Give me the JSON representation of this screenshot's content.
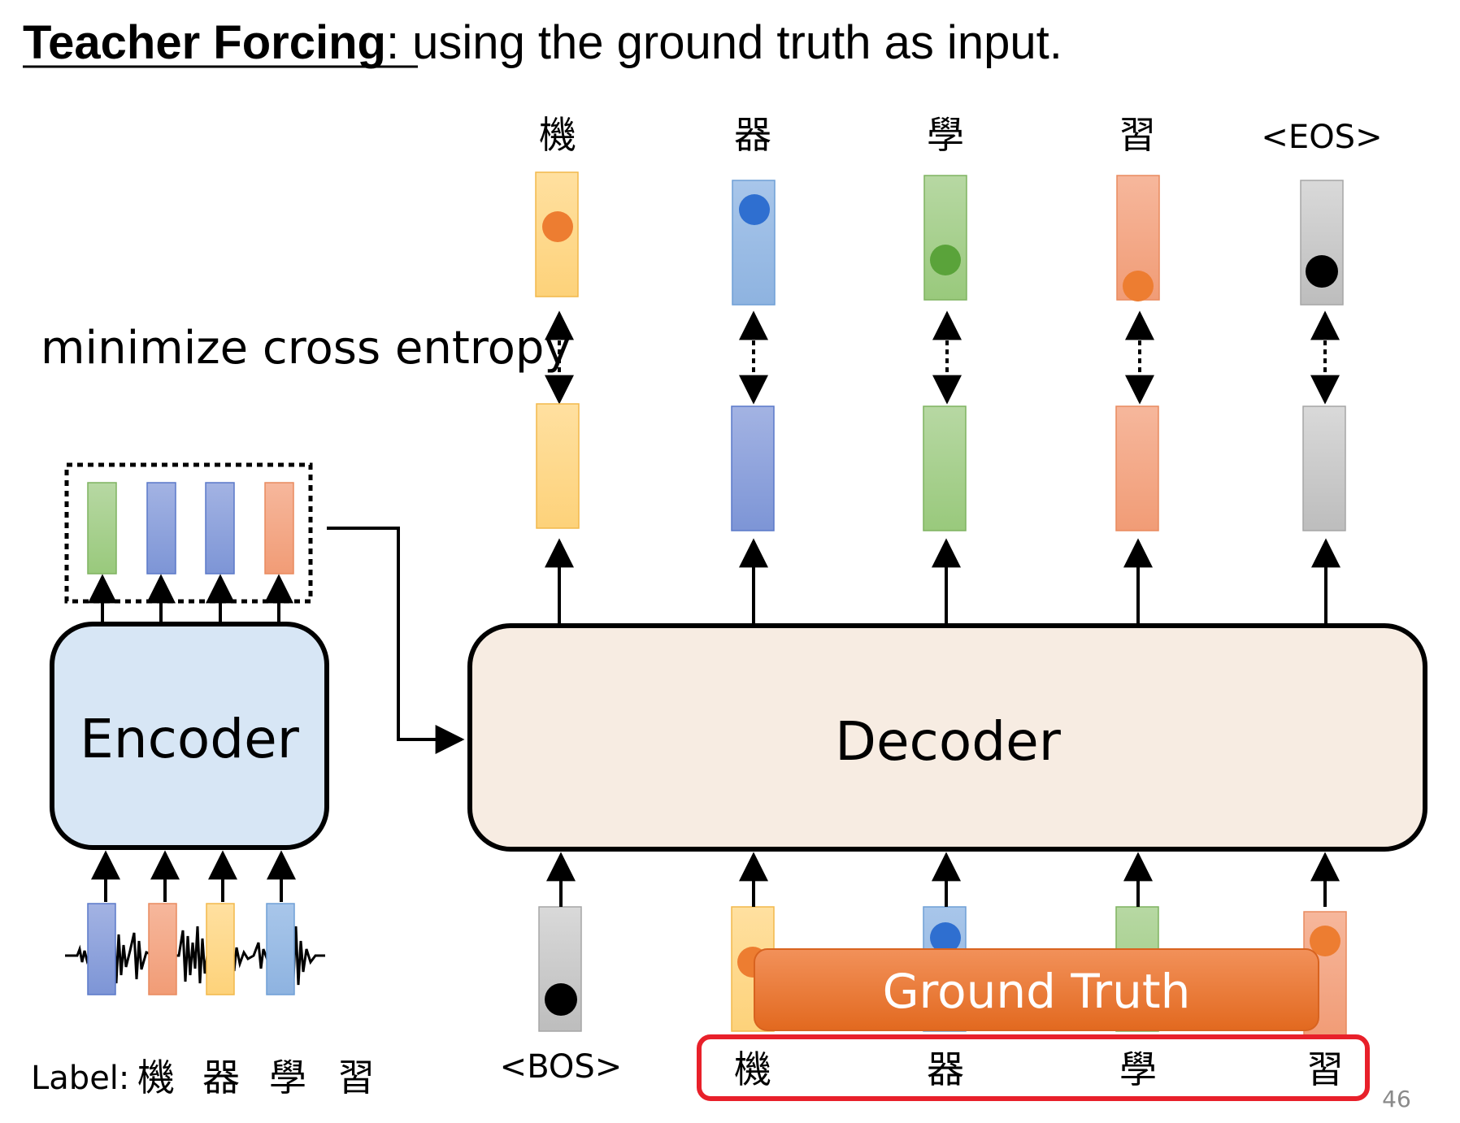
{
  "title": {
    "bold": "Teacher Forcing",
    "rest": ": using the ground truth as input."
  },
  "loss_label": "minimize cross entropy",
  "encoder_label": "Encoder",
  "decoder_label": "Decoder",
  "ground_truth_label": "Ground Truth",
  "label_prefix": "Label:",
  "label_chars": [
    "機",
    "器",
    "學",
    "習"
  ],
  "targets": [
    "機",
    "器",
    "學",
    "習",
    "<EOS>"
  ],
  "inputs": [
    "<BOS>",
    "機",
    "器",
    "學",
    "習"
  ],
  "page_number": "46",
  "colors": {
    "yellow": "#ffd98a",
    "blue_light": "#9fc3e6",
    "blue_dark": "#8ea3d8",
    "green": "#a8d08d",
    "salmon": "#f4a886",
    "gray": "#c9c9c9",
    "orange_dot": "#ed7d31",
    "blue_dot": "#2f6fd0",
    "green_dot": "#5aa33a",
    "black_dot": "#000000",
    "highlight_red": "#e8202a",
    "ground_truth_orange": "#ed7d31",
    "encoder_fill": "#d7e6f5",
    "decoder_fill": "#f7ece2"
  }
}
